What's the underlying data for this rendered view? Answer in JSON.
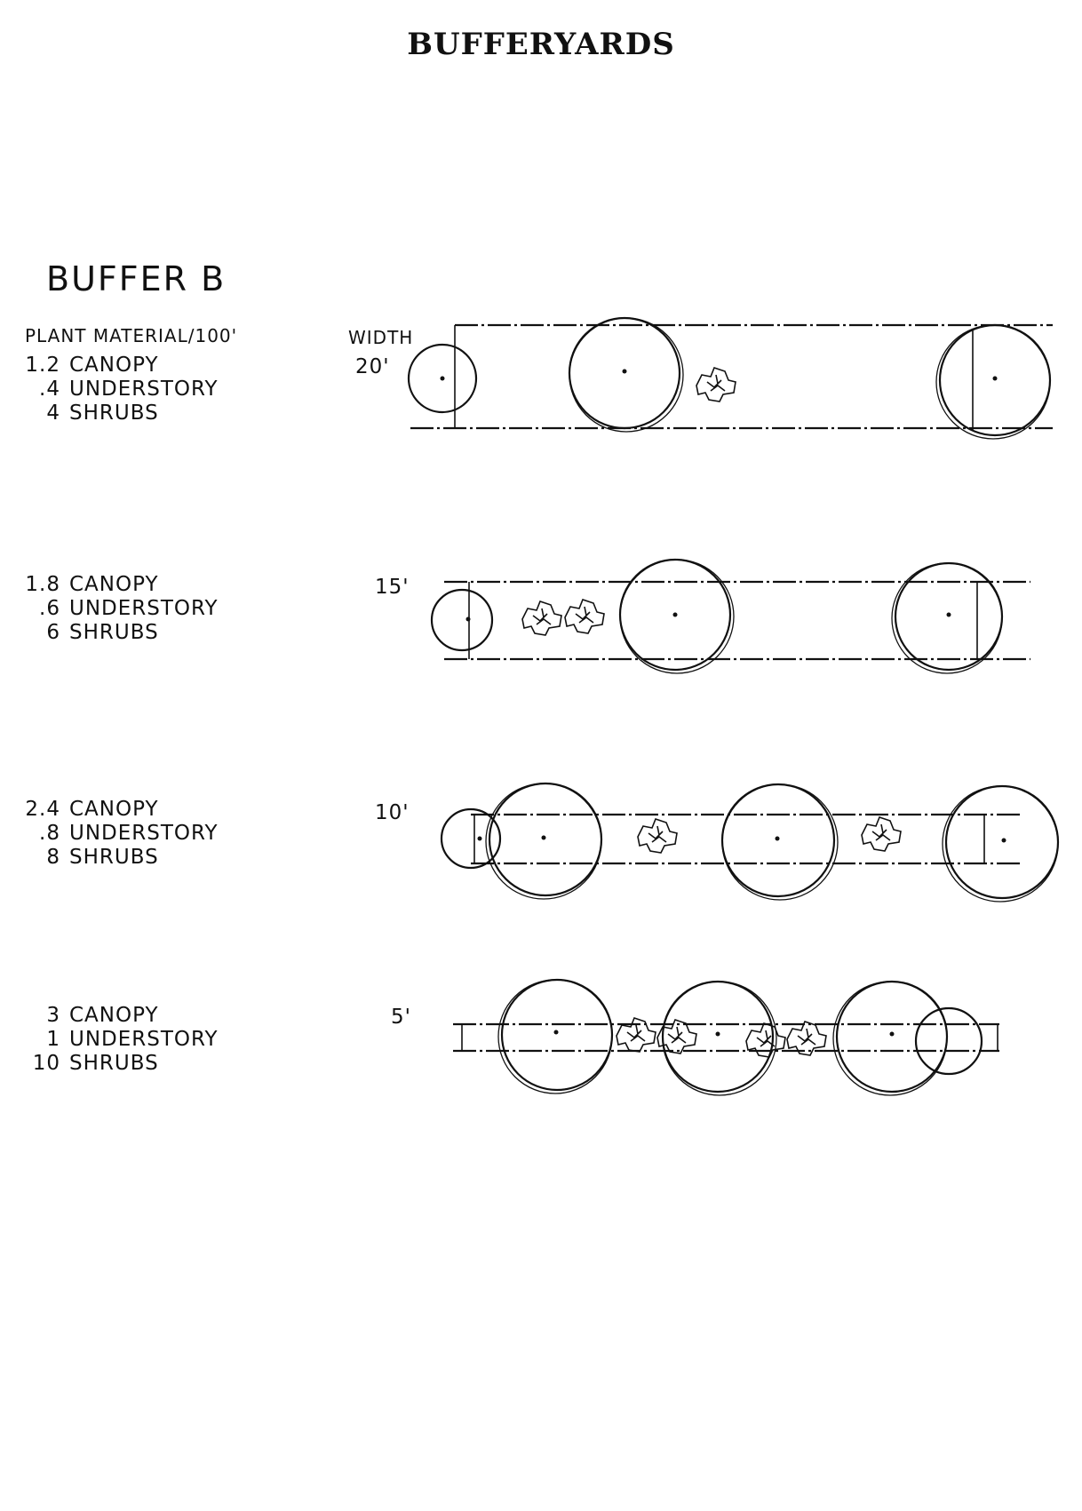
{
  "page_title": "BUFFERYARDS",
  "buffer_title": "BUFFER B",
  "plant_material_header": "PLANT MATERIAL/100'",
  "width_header": "WIDTH",
  "options": [
    {
      "width": "20'",
      "rows": [
        {
          "qty": "1.2",
          "label": "CANOPY"
        },
        {
          "qty": ".4",
          "label": "UNDERSTORY"
        },
        {
          "qty": "4",
          "label": "SHRUBS"
        }
      ]
    },
    {
      "width": "15'",
      "rows": [
        {
          "qty": "1.8",
          "label": "CANOPY"
        },
        {
          "qty": ".6",
          "label": "UNDERSTORY"
        },
        {
          "qty": "6",
          "label": "SHRUBS"
        }
      ]
    },
    {
      "width": "10'",
      "rows": [
        {
          "qty": "2.4",
          "label": "CANOPY"
        },
        {
          "qty": ".8",
          "label": "UNDERSTORY"
        },
        {
          "qty": "8",
          "label": "SHRUBS"
        }
      ]
    },
    {
      "width": "5'",
      "rows": [
        {
          "qty": "3",
          "label": "CANOPY"
        },
        {
          "qty": "1",
          "label": "UNDERSTORY"
        },
        {
          "qty": "10",
          "label": "SHRUBS"
        }
      ]
    }
  ]
}
